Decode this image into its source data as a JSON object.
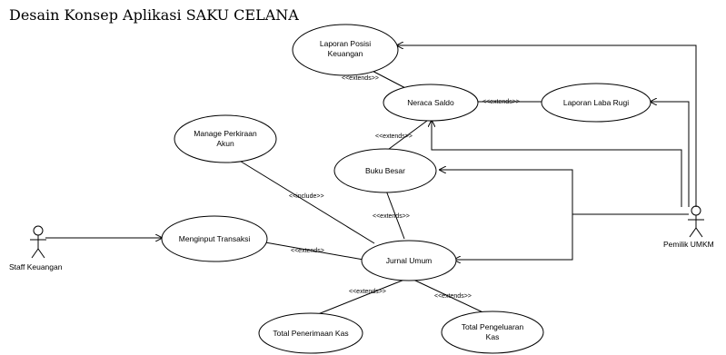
{
  "title": "Desain Konsep Aplikasi SAKU CELANA",
  "actors": {
    "staff": "Staff Keuangan",
    "owner": "Pemilik UMKM"
  },
  "use_cases": {
    "laporan_posisi_line1": "Laporan Posisi",
    "laporan_posisi_line2": "Keuangan",
    "neraca_saldo": "Neraca Saldo",
    "laporan_laba_rugi": "Laporan Laba Rugi",
    "manage_perkiraan_line1": "Manage Perkiraan",
    "manage_perkiraan_line2": "Akun",
    "buku_besar": "Buku Besar",
    "menginput_transaksi": "Menginput Transaksi",
    "jurnal_umum": "Jurnal Umum",
    "total_penerimaan": "Total Penerimaan Kas",
    "total_pengeluaran_line1": "Total Pengeluaran",
    "total_pengeluaran_line2": "Kas"
  },
  "relations": {
    "extends": "<<extends>>",
    "extends_short": "<<extends>",
    "include": "<<include>>"
  }
}
